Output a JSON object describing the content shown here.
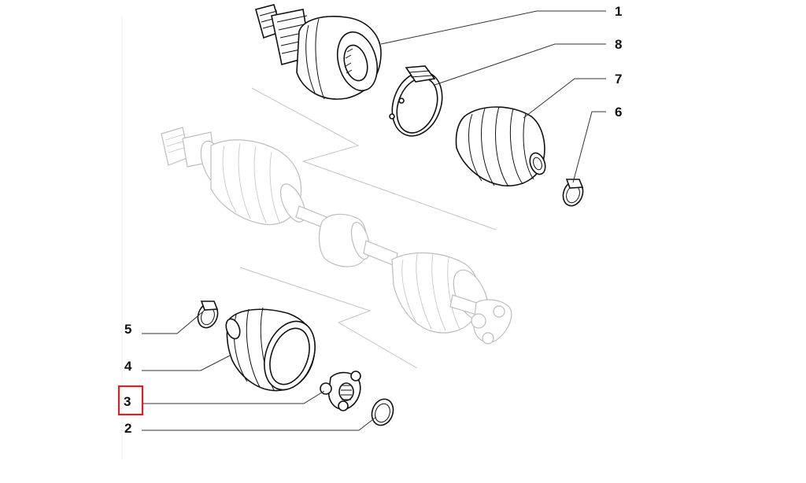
{
  "callouts": [
    {
      "id": "1",
      "label": "1"
    },
    {
      "id": "8",
      "label": "8"
    },
    {
      "id": "7",
      "label": "7"
    },
    {
      "id": "6",
      "label": "6"
    },
    {
      "id": "5",
      "label": "5"
    },
    {
      "id": "4",
      "label": "4"
    },
    {
      "id": "3",
      "label": "3",
      "highlighted": true
    },
    {
      "id": "2",
      "label": "2"
    }
  ],
  "colors": {
    "highlight": "#e02020",
    "line": "#111111",
    "ghost": "#bdbdbd"
  }
}
